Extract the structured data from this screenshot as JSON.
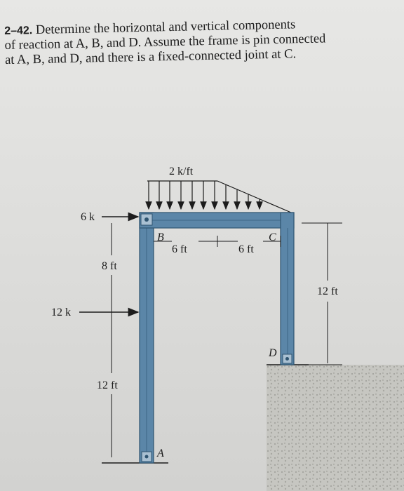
{
  "problem": {
    "number": "2–42.",
    "line1": "Determine the horizontal and vertical components",
    "line2": "of reaction at A, B, and D. Assume the frame is pin connected",
    "line3": "at A, B, and D, and there is a fixed-connected joint at C."
  },
  "figure": {
    "load_distributed": "2 k/ft",
    "force_top": "6 k",
    "force_mid": "12 k",
    "dim_8ft": "8 ft",
    "dim_12ft_left": "12 ft",
    "dim_12ft_right": "12 ft",
    "dim_6ft_left": "6 ft",
    "dim_6ft_right": "6 ft",
    "label_A": "A",
    "label_B": "B",
    "label_C": "C",
    "label_D": "D"
  },
  "colors": {
    "member": "#5b86a8",
    "member_edge": "#2f5470",
    "ground": "#c9c9c4"
  }
}
